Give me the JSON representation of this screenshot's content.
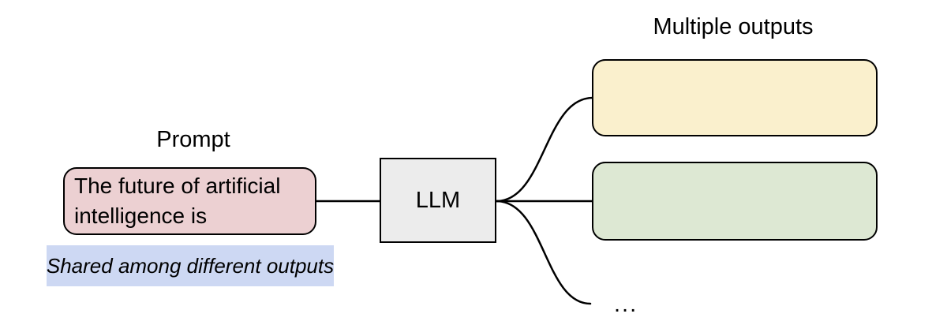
{
  "diagram": {
    "background_color": "#ffffff",
    "line_color": "#000000",
    "prompt": {
      "label": "Prompt",
      "text": "The future of artificial intelligence is",
      "fill_color": "#ecd0d2"
    },
    "shared_note": {
      "text": "Shared among different outputs",
      "fill_color": "#cdd8f3"
    },
    "llm": {
      "label": "LLM",
      "fill_color": "#ececec"
    },
    "outputs": {
      "label": "Multiple outputs",
      "boxes": [
        {
          "id": "output-1",
          "fill_color": "#faf0cd"
        },
        {
          "id": "output-2",
          "fill_color": "#dde8d3"
        }
      ],
      "ellipsis": "..."
    }
  }
}
